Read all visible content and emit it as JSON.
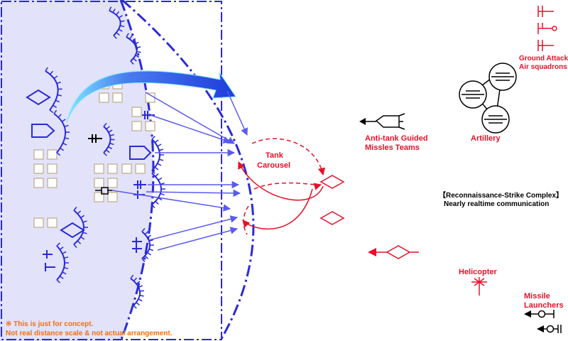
{
  "labels": {
    "tank_carousel": [
      "Tank",
      "Carousel"
    ],
    "atgm": [
      "Anti-tank Guided",
      "Missles Teams"
    ],
    "artillery": "Artillery",
    "ground_attack": [
      "Ground Attack",
      "Air squadrons"
    ],
    "helicopter": "Helicopter",
    "missile_launchers": [
      "Missile",
      "Launchers"
    ],
    "recon_strike": "【Reconnaissance-Strike Complex】",
    "realtime": "Nearly realtime communication",
    "note_line1": "※ This is just for concept.",
    "note_line2": "Not real distance scale & not actual arrangement."
  },
  "colors": {
    "friendly_blue": "#2a2ad8",
    "zone_fill": "#e2e2fb",
    "enemy_red": "#e8102a",
    "note_orange": "#f07010",
    "arrow_blue": "#5a5af0",
    "big_arrow": "#1e3cdc",
    "square_stroke": "#c8b89c"
  }
}
